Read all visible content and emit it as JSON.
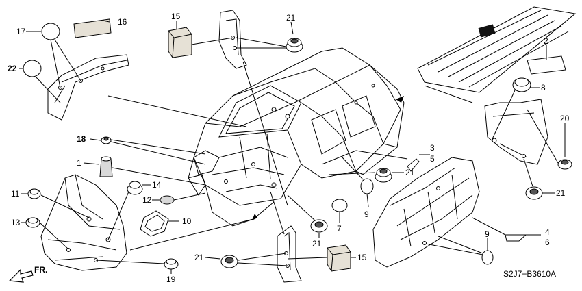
{
  "callouts": {
    "c1": "1",
    "c2": "2",
    "c3": "3",
    "c4": "4",
    "c5": "5",
    "c6": "6",
    "c7": "7",
    "c8": "8",
    "c9a": "9",
    "c9b": "9",
    "c10": "10",
    "c11": "11",
    "c12": "12",
    "c13": "13",
    "c14": "14",
    "c15a": "15",
    "c15b": "15",
    "c16": "16",
    "c17": "17",
    "c18": "18",
    "c19": "19",
    "c20": "20",
    "c21a": "21",
    "c21b": "21",
    "c21c": "21",
    "c21d": "21",
    "c21e": "21",
    "c22": "22"
  },
  "front_indicator": "FR.",
  "diagram_code": "S2J7−B3610A"
}
